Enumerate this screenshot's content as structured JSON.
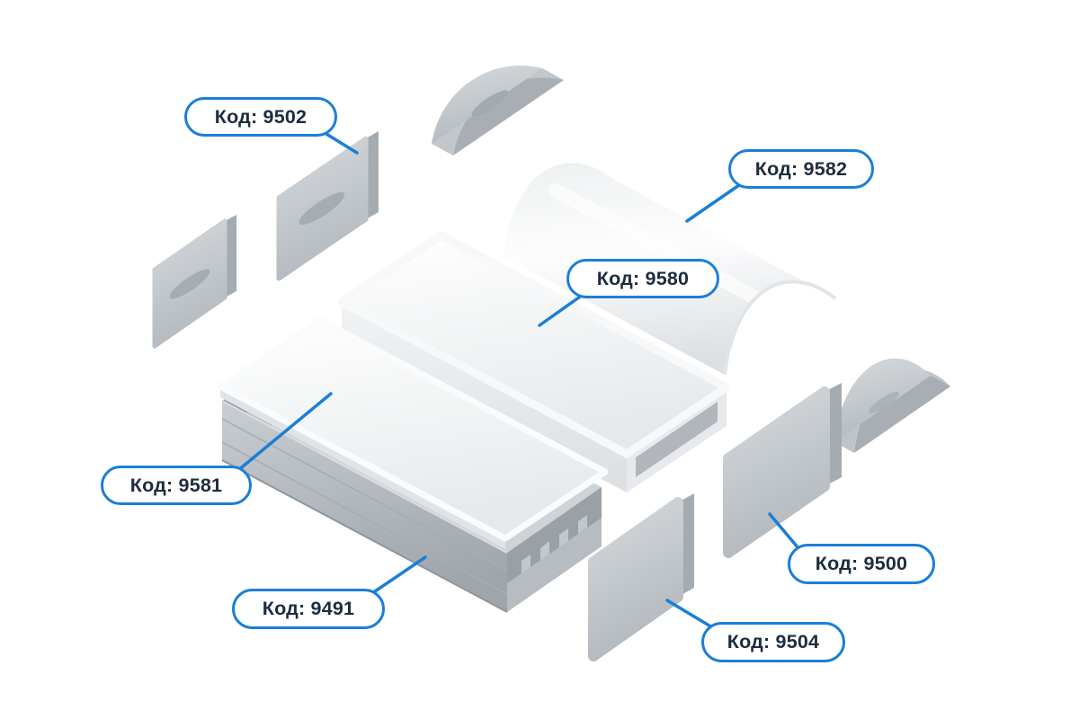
{
  "diagram": {
    "type": "exploded-parts-diagram",
    "colors": {
      "accent": "#1a7fd6",
      "label_text": "#1d2c3e",
      "background": "#ffffff"
    },
    "labels": [
      {
        "id": "9502",
        "text": "Код: 9502"
      },
      {
        "id": "9582",
        "text": "Код: 9582"
      },
      {
        "id": "9580",
        "text": "Код: 9580"
      },
      {
        "id": "9581",
        "text": "Код: 9581"
      },
      {
        "id": "9491",
        "text": "Код: 9491"
      },
      {
        "id": "9500",
        "text": "Код: 9500"
      },
      {
        "id": "9504",
        "text": "Код: 9504"
      }
    ],
    "parts": [
      {
        "name": "arched-end-cap-top"
      },
      {
        "name": "flat-end-cap-small"
      },
      {
        "name": "flat-end-cap-large"
      },
      {
        "name": "curved-diffuser-cover"
      },
      {
        "name": "arched-end-cap-right"
      },
      {
        "name": "square-diffuser-cover"
      },
      {
        "name": "aluminium-profile-base"
      },
      {
        "name": "flat-diffuser-cover"
      },
      {
        "name": "square-end-cap-9500"
      },
      {
        "name": "square-end-cap-9504"
      }
    ]
  }
}
